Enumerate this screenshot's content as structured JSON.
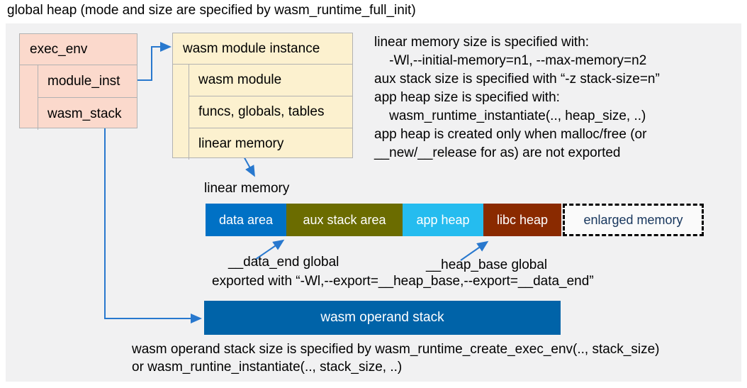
{
  "title": "global heap (mode and size are specified by wasm_runtime_full_init)",
  "exec_env": {
    "header": "exec_env",
    "rows": [
      "module_inst",
      "wasm_stack"
    ]
  },
  "module_instance": {
    "header": "wasm module instance",
    "rows": [
      "wasm module",
      "funcs, globals, tables",
      "linear memory"
    ]
  },
  "notes": {
    "lines": [
      "linear memory size is specified with:",
      "    -Wl,--initial-memory=n1, --max-memory=n2",
      "aux stack size is specified with “-z stack-size=n”",
      "app heap size is specified with:",
      "    wasm_runtime_instantiate(.., heap_size, ..)",
      "app heap is created only when malloc/free (or",
      "__new/__release for as) are not exported"
    ]
  },
  "linear_memory": {
    "label": "linear memory",
    "segments": [
      "data area",
      "aux stack area",
      "app heap",
      "libc heap"
    ],
    "enlarged_label": "enlarged memory"
  },
  "annotations": {
    "data_end": "__data_end global",
    "heap_base": "__heap_base global",
    "exported": "exported with “-Wl,--export=__heap_base,--export=__data_end”"
  },
  "operand_stack": {
    "label": "wasm operand stack"
  },
  "caption": {
    "line1": "wasm operand stack size is specified by wasm_runtime_create_exec_env(.., stack_size)",
    "line2": "or wasm_runtine_instantiate(.., stack_size, ..)"
  },
  "colors": {
    "panel_bg": "#f1f1f2",
    "box_pink": "#fbd9cc",
    "box_cream": "#fcf1cf",
    "box_border": "#b2b2b2",
    "arrow_blue": "#2878ce",
    "seg_data_area": "#0071c5",
    "seg_aux_stack": "#6b6c00",
    "seg_app_heap": "#25bcef",
    "seg_libc_heap": "#8a2a00",
    "operand_stack_bar": "#0063a8",
    "enlarged_text": "#17365d"
  }
}
